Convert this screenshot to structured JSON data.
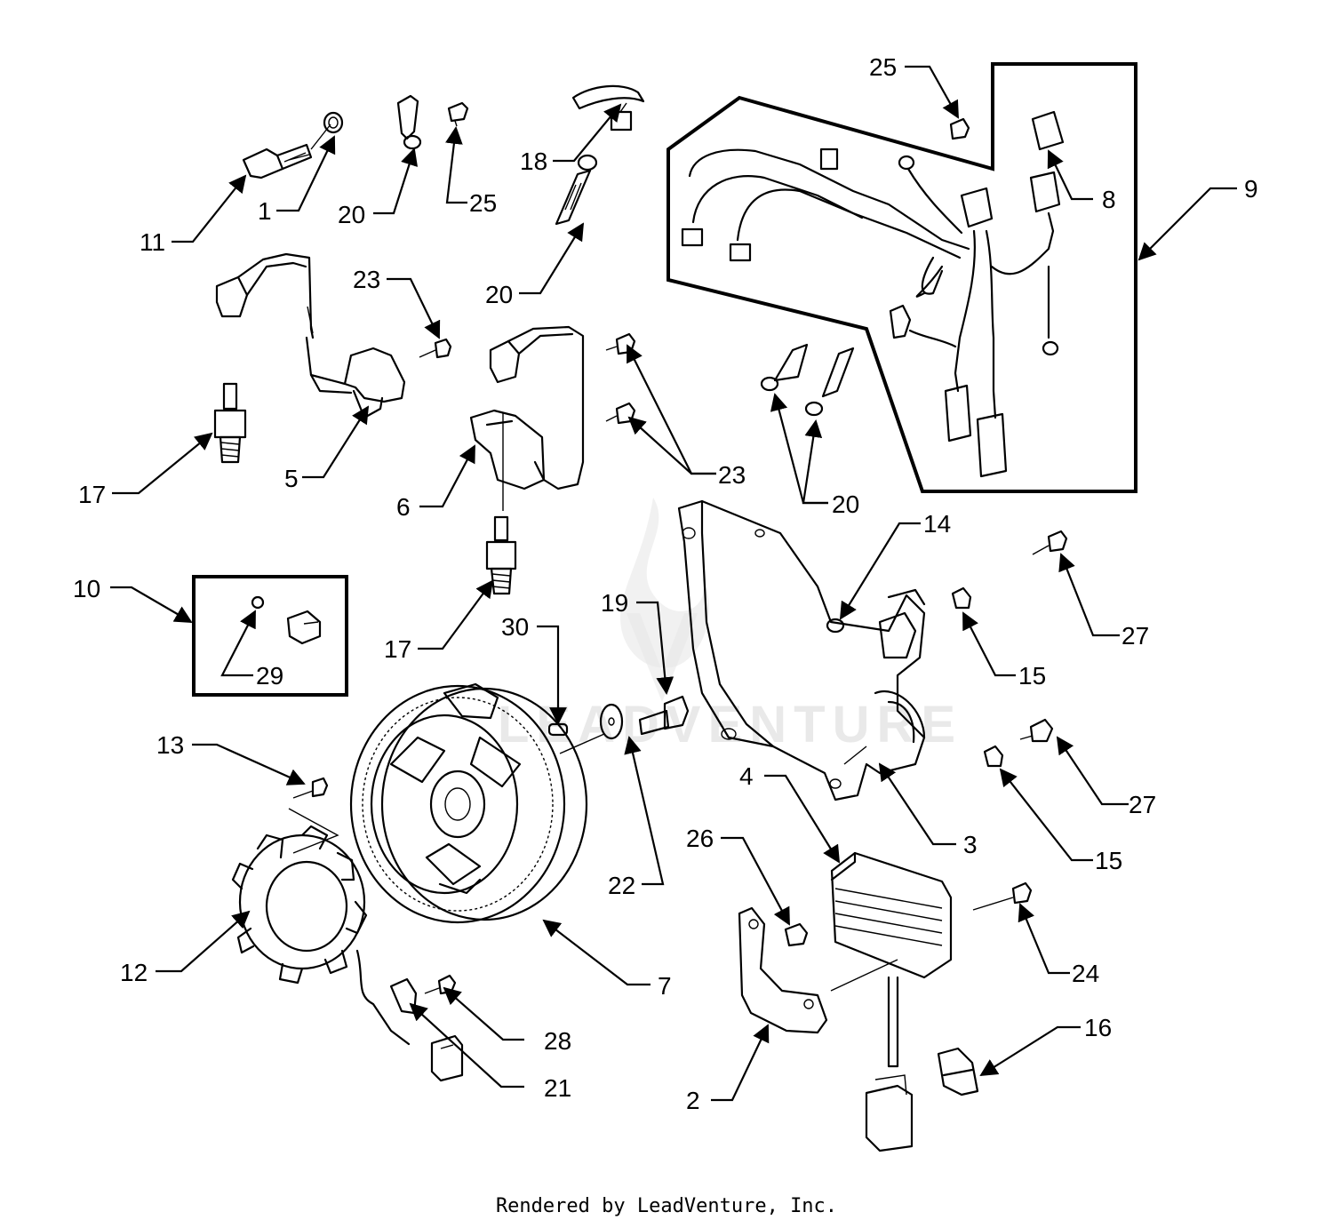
{
  "footer": "Rendered by LeadVenture, Inc.",
  "watermark": "LEADVENTURE",
  "callouts": {
    "c1": "1",
    "c2": "2",
    "c3": "3",
    "c4": "4",
    "c5": "5",
    "c6": "6",
    "c7": "7",
    "c8": "8",
    "c9": "9",
    "c10": "10",
    "c11": "11",
    "c12": "12",
    "c13": "13",
    "c14": "14",
    "c15a": "15",
    "c15b": "15",
    "c16": "16",
    "c17a": "17",
    "c17b": "17",
    "c18": "18",
    "c19": "19",
    "c20a": "20",
    "c20b": "20",
    "c20c": "20",
    "c21": "21",
    "c22": "22",
    "c23a": "23",
    "c23b": "23",
    "c24": "24",
    "c25a": "25",
    "c25b": "25",
    "c26": "26",
    "c27a": "27",
    "c27b": "27",
    "c28": "28",
    "c29": "29",
    "c30": "30"
  }
}
